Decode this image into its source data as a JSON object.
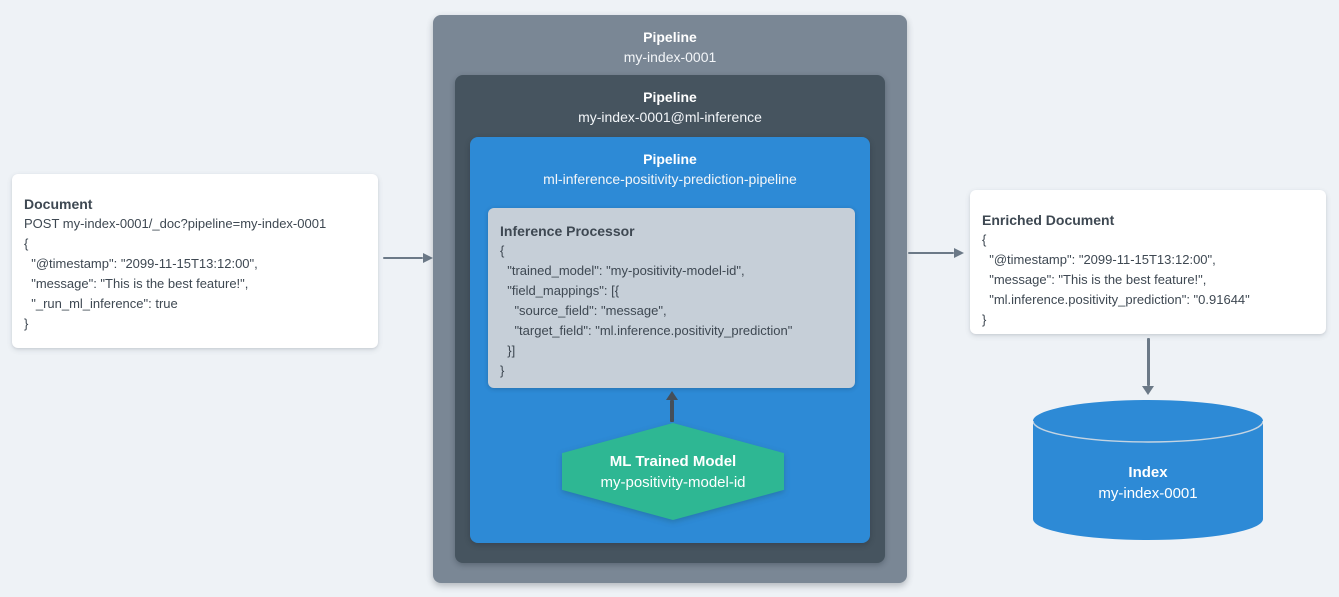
{
  "document": {
    "title": "Document",
    "lines": [
      "POST my-index-0001/_doc?pipeline=my-index-0001",
      "{",
      "  \"@timestamp\": \"2099-11-15T13:12:00\",",
      "  \"message\": \"This is the best feature!\",",
      "  \"_run_ml_inference\": true",
      "}"
    ]
  },
  "pipeline_outer": {
    "title": "Pipeline",
    "name": "my-index-0001"
  },
  "pipeline_mid": {
    "title": "Pipeline",
    "name": "my-index-0001@ml-inference"
  },
  "pipeline_ml": {
    "title": "Pipeline",
    "name": "ml-inference-positivity-prediction-pipeline"
  },
  "inference_processor": {
    "title": "Inference Processor",
    "lines": [
      "{",
      "  \"trained_model\": \"my-positivity-model-id\",",
      "  \"field_mappings\": [{",
      "    \"source_field\": \"message\",",
      "    \"target_field\": \"ml.inference.positivity_prediction\"",
      "  }]",
      "}"
    ]
  },
  "ml_model": {
    "title": "ML Trained Model",
    "name": "my-positivity-model-id"
  },
  "enriched_document": {
    "title": "Enriched Document",
    "lines": [
      "{",
      "  \"@timestamp\": \"2099-11-15T13:12:00\",",
      "  \"message\": \"This is the best feature!\",",
      "  \"ml.inference.positivity_prediction\": \"0.91644\"",
      "}"
    ]
  },
  "index": {
    "title": "Index",
    "name": "my-index-0001"
  },
  "colors": {
    "background": "#eef2f6",
    "pipeline_outer": "#7a8795",
    "pipeline_mid": "#46545f",
    "pipeline_blue": "#2d8ad6",
    "processor_bg": "#c6cfd8",
    "model_green": "#2eb793",
    "index_blue": "#2d8ad6",
    "text_dark": "#3e4852",
    "arrow_gray": "#6b7987",
    "arrow_dark": "#454f59"
  }
}
